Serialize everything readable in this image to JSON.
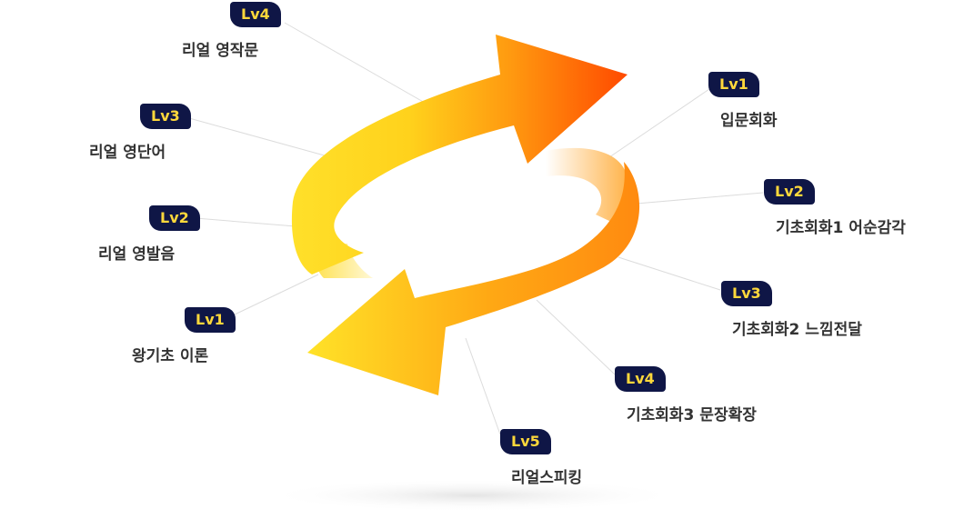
{
  "colors": {
    "badge_bg": "#0f1646",
    "badge_text": "#ffd83b",
    "arrow_orange": "#ff5a00",
    "arrow_yellow": "#ffe02a",
    "leader_line": "#d9d9d9",
    "label_text": "#333333"
  },
  "icons": {
    "upper_arrow": "cycle-arrow-yellow-to-red",
    "lower_arrow": "cycle-arrow-orange-to-yellow"
  },
  "left_levels": [
    {
      "level": "Lv4",
      "title": "리얼 영작문"
    },
    {
      "level": "Lv3",
      "title": "리얼 영단어"
    },
    {
      "level": "Lv2",
      "title": "리얼 영발음"
    },
    {
      "level": "Lv1",
      "title": "왕기초 이론"
    }
  ],
  "right_levels": [
    {
      "level": "Lv1",
      "title": "입문회화"
    },
    {
      "level": "Lv2",
      "title": "기초회화1 어순감각"
    },
    {
      "level": "Lv3",
      "title": "기초회화2 느낌전달"
    },
    {
      "level": "Lv4",
      "title": "기초회화3 문장확장"
    },
    {
      "level": "Lv5",
      "title": "리얼스피킹"
    }
  ]
}
